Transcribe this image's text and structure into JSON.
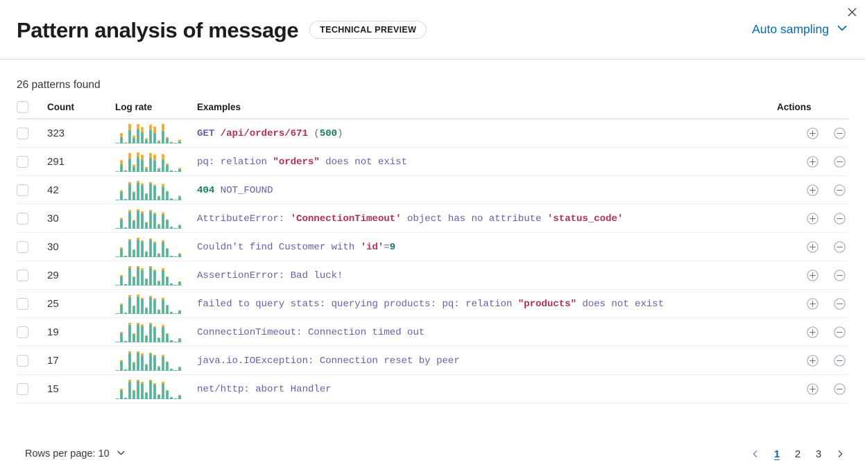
{
  "header": {
    "title": "Pattern analysis of message",
    "badge": "TECHNICAL PREVIEW",
    "sampling_label": "Auto sampling",
    "chevron_icon": "chevron-down-icon",
    "close_icon": "close-icon"
  },
  "summary": {
    "patterns_found": "26 patterns found"
  },
  "table": {
    "columns": {
      "select": "",
      "count": "Count",
      "log_rate": "Log rate",
      "examples": "Examples",
      "actions": "Actions"
    },
    "rows": [
      {
        "count": "323",
        "example_plain": "GET /api/orders/671 (500)",
        "tokens": [
          {
            "t": "GET ",
            "c": "tok-kw"
          },
          {
            "t": "/api/orders/671",
            "c": "tok-str"
          },
          {
            "t": " (",
            "c": "tok-base"
          },
          {
            "t": "500",
            "c": "tok-num"
          },
          {
            "t": ")",
            "c": "tok-base"
          }
        ],
        "spark": {
          "teal": [
            1,
            12,
            1,
            26,
            10,
            27,
            21,
            7,
            26,
            20,
            4,
            24,
            10,
            2,
            1,
            4
          ],
          "orange": [
            0,
            8,
            1,
            11,
            5,
            10,
            10,
            3,
            10,
            12,
            2,
            13,
            2,
            1,
            0,
            3
          ]
        }
      },
      {
        "count": "291",
        "example_plain": "pq: relation \"orders\" does not exist",
        "tokens": [
          {
            "t": "pq: relation ",
            "c": "tok-base"
          },
          {
            "t": "\"orders\"",
            "c": "tok-str"
          },
          {
            "t": " does not exist",
            "c": "tok-base"
          }
        ],
        "spark": {
          "teal": [
            1,
            13,
            2,
            24,
            9,
            26,
            22,
            6,
            25,
            21,
            5,
            22,
            12,
            2,
            1,
            5
          ],
          "orange": [
            0,
            8,
            1,
            10,
            4,
            9,
            9,
            3,
            9,
            10,
            2,
            10,
            3,
            1,
            0,
            2
          ]
        }
      },
      {
        "count": "42",
        "example_plain": "404 NOT_FOUND",
        "tokens": [
          {
            "t": "404",
            "c": "tok-num"
          },
          {
            "t": " NOT_FOUND",
            "c": "tok-base"
          }
        ],
        "spark": {
          "teal": [
            1,
            14,
            2,
            26,
            13,
            28,
            24,
            10,
            27,
            23,
            6,
            22,
            14,
            3,
            1,
            6
          ],
          "orange": [
            0,
            2,
            0,
            3,
            1,
            3,
            3,
            1,
            2,
            2,
            1,
            4,
            1,
            0,
            0,
            1
          ]
        }
      },
      {
        "count": "30",
        "example_plain": "AttributeError: 'ConnectionTimeout' object has no attribute 'status_code'",
        "tokens": [
          {
            "t": "AttributeError: ",
            "c": "tok-base"
          },
          {
            "t": "'ConnectionTimeout'",
            "c": "tok-str"
          },
          {
            "t": " object has no attribute ",
            "c": "tok-base"
          },
          {
            "t": "'status_code'",
            "c": "tok-str"
          }
        ],
        "spark": {
          "teal": [
            1,
            14,
            2,
            25,
            12,
            27,
            23,
            9,
            26,
            22,
            6,
            21,
            13,
            3,
            1,
            5
          ],
          "orange": [
            0,
            2,
            0,
            3,
            1,
            2,
            3,
            1,
            2,
            2,
            1,
            3,
            1,
            0,
            0,
            1
          ]
        }
      },
      {
        "count": "30",
        "example_plain": "Couldn't find Customer with 'id'=9",
        "tokens": [
          {
            "t": "Couldn't find Customer with ",
            "c": "tok-base"
          },
          {
            "t": "'id'",
            "c": "tok-str"
          },
          {
            "t": "=",
            "c": "tok-base"
          },
          {
            "t": "9",
            "c": "tok-num"
          }
        ],
        "spark": {
          "teal": [
            1,
            13,
            2,
            26,
            11,
            27,
            24,
            8,
            27,
            22,
            5,
            23,
            13,
            2,
            1,
            5
          ],
          "orange": [
            0,
            2,
            0,
            2,
            1,
            3,
            2,
            1,
            2,
            2,
            1,
            3,
            1,
            0,
            0,
            1
          ]
        }
      },
      {
        "count": "29",
        "example_plain": "AssertionError: Bad luck!",
        "tokens": [
          {
            "t": "AssertionError: Bad luck!",
            "c": "tok-base"
          }
        ],
        "spark": {
          "teal": [
            1,
            13,
            2,
            25,
            12,
            26,
            22,
            9,
            26,
            21,
            6,
            22,
            12,
            3,
            1,
            5
          ],
          "orange": [
            0,
            2,
            0,
            3,
            1,
            2,
            3,
            1,
            2,
            2,
            1,
            3,
            1,
            0,
            0,
            1
          ]
        }
      },
      {
        "count": "25",
        "example_plain": "failed to query stats: querying products: pq: relation \"products\" does not exist",
        "tokens": [
          {
            "t": "failed to query stats: querying products: pq: relation ",
            "c": "tok-base"
          },
          {
            "t": "\"products\"",
            "c": "tok-str"
          },
          {
            "t": " does not exist",
            "c": "tok-base"
          }
        ],
        "spark": {
          "teal": [
            1,
            14,
            2,
            26,
            12,
            27,
            23,
            9,
            26,
            22,
            6,
            22,
            13,
            3,
            1,
            5
          ],
          "orange": [
            0,
            2,
            0,
            3,
            1,
            3,
            2,
            1,
            2,
            2,
            1,
            3,
            1,
            0,
            0,
            1
          ]
        }
      },
      {
        "count": "19",
        "example_plain": "ConnectionTimeout: Connection timed out",
        "tokens": [
          {
            "t": "ConnectionTimeout: Connection timed out",
            "c": "tok-base"
          }
        ],
        "spark": {
          "teal": [
            1,
            13,
            2,
            25,
            12,
            26,
            23,
            9,
            26,
            21,
            6,
            22,
            12,
            3,
            1,
            5
          ],
          "orange": [
            0,
            2,
            0,
            3,
            1,
            2,
            3,
            1,
            2,
            2,
            1,
            3,
            1,
            0,
            0,
            1
          ]
        }
      },
      {
        "count": "17",
        "example_plain": "java.io.IOException: Connection reset by peer",
        "tokens": [
          {
            "t": "java.io.IOException: Connection reset by peer",
            "c": "tok-base"
          }
        ],
        "spark": {
          "teal": [
            1,
            14,
            2,
            26,
            12,
            27,
            23,
            9,
            25,
            22,
            6,
            21,
            13,
            3,
            1,
            5
          ],
          "orange": [
            0,
            2,
            0,
            3,
            1,
            2,
            3,
            1,
            2,
            2,
            1,
            3,
            1,
            0,
            0,
            1
          ]
        }
      },
      {
        "count": "15",
        "example_plain": "net/http: abort Handler",
        "tokens": [
          {
            "t": "net/http: abort Handler",
            "c": "tok-base"
          }
        ],
        "spark": {
          "teal": [
            1,
            13,
            2,
            25,
            12,
            26,
            22,
            9,
            26,
            21,
            6,
            22,
            12,
            3,
            1,
            5
          ],
          "orange": [
            0,
            2,
            0,
            3,
            1,
            2,
            3,
            1,
            2,
            2,
            1,
            3,
            1,
            0,
            0,
            1
          ]
        }
      }
    ],
    "row_actions": {
      "add_icon": "circle-plus-icon",
      "remove_icon": "circle-minus-icon"
    }
  },
  "footer": {
    "rows_per_page_label": "Rows per page: 10",
    "rows_per_page_icon": "chevron-down-icon",
    "prev_icon": "chevron-left-icon",
    "next_icon": "chevron-right-icon",
    "pages": [
      "1",
      "2",
      "3"
    ],
    "active_page": "1"
  },
  "colors": {
    "accent": "#006bb4",
    "spark_teal": "#54b399",
    "spark_orange": "#f9a825",
    "token_base": "#6b5fa8",
    "token_string": "#b0315a",
    "token_number": "#177d62",
    "border": "#d3dae6"
  }
}
